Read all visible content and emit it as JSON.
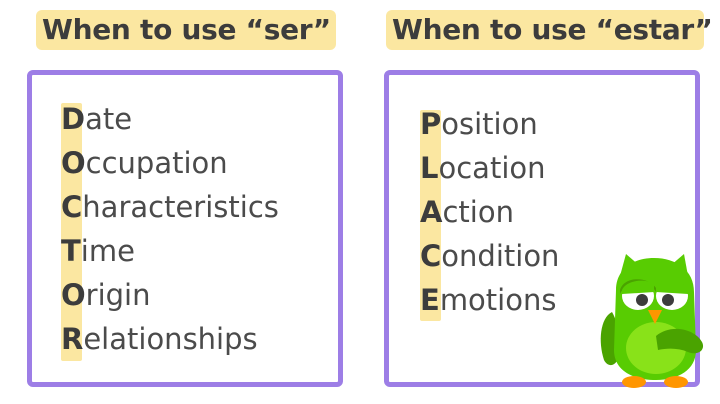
{
  "ser": {
    "heading": "When to use “ser”",
    "items": [
      {
        "initial": "D",
        "rest": "ate"
      },
      {
        "initial": "O",
        "rest": "ccupation"
      },
      {
        "initial": "C",
        "rest": "haracteristics"
      },
      {
        "initial": "T",
        "rest": "ime"
      },
      {
        "initial": "O",
        "rest": "rigin"
      },
      {
        "initial": "R",
        "rest": "elationships"
      }
    ]
  },
  "estar": {
    "heading": "When to use “estar”",
    "items": [
      {
        "initial": "P",
        "rest": "osition"
      },
      {
        "initial": "L",
        "rest": "ocation"
      },
      {
        "initial": "A",
        "rest": "ction"
      },
      {
        "initial": "C",
        "rest": "ondition"
      },
      {
        "initial": "E",
        "rest": "motions"
      }
    ]
  },
  "colors": {
    "heading_highlight": "#fbe7a1",
    "card_border": "#9d7ee6",
    "text": "#4b4b4b",
    "owl_green": "#58cc02",
    "owl_beak": "#ff9600"
  },
  "mascot": {
    "icon": "owl-mascot-icon"
  }
}
